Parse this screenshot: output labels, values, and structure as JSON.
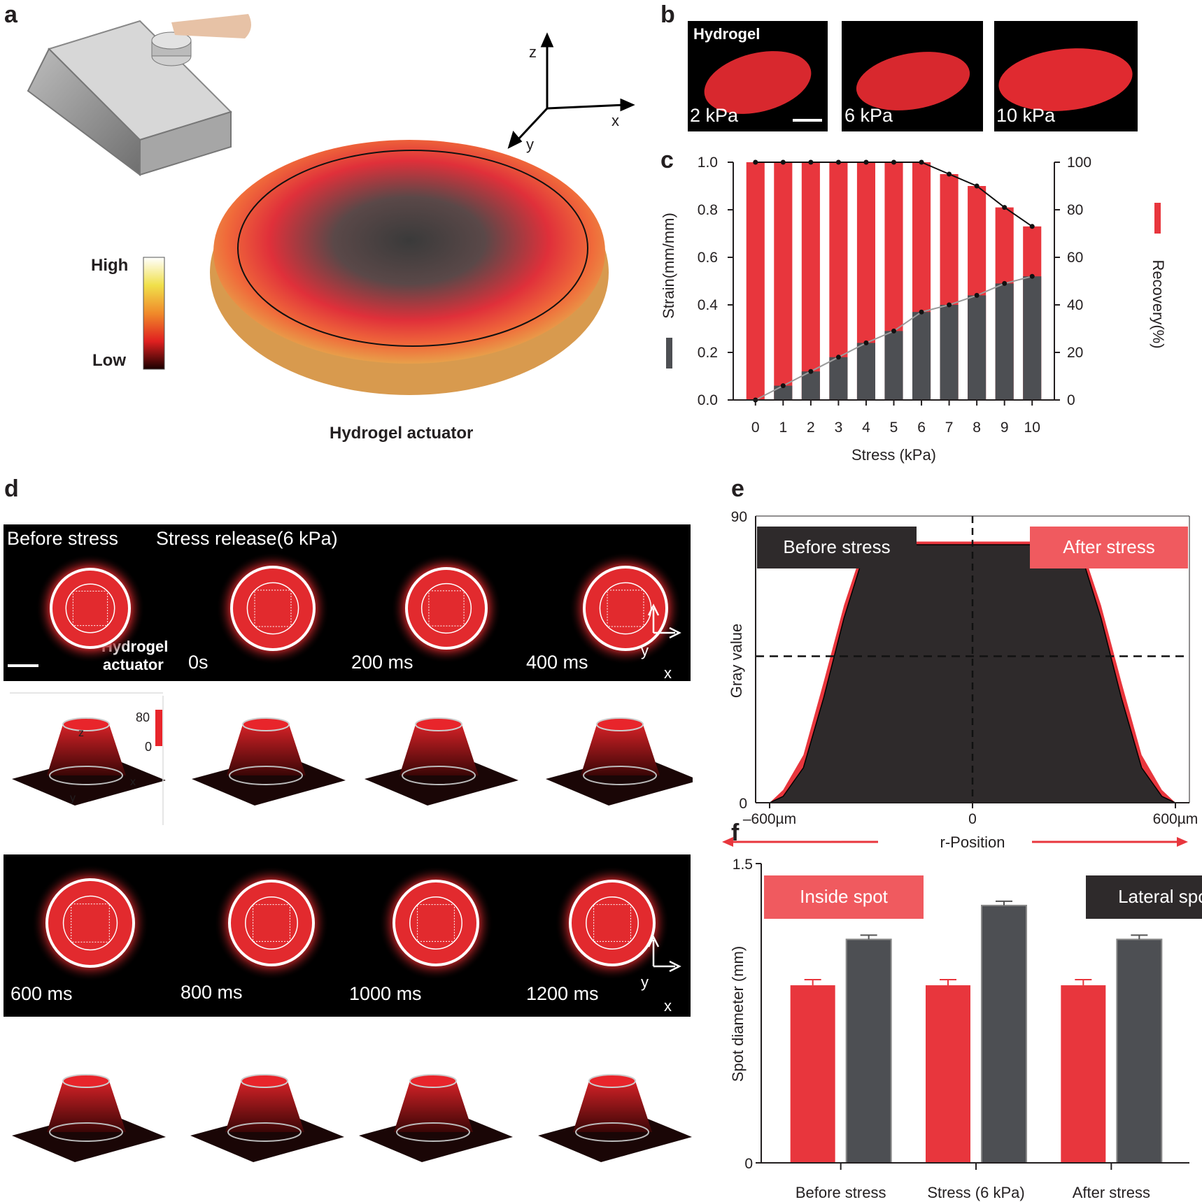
{
  "panel_labels": {
    "a": "a",
    "b": "b",
    "c": "c",
    "d": "d",
    "e": "e",
    "f": "f"
  },
  "panel_a": {
    "axis_z": "z",
    "axis_x": "x",
    "axis_y": "y",
    "colorbar_high": "High",
    "colorbar_low": "Low",
    "caption": "Hydrogel actuator"
  },
  "panel_b": {
    "title": "Hydrogel",
    "images": [
      {
        "label": "2 kPa"
      },
      {
        "label": "6 kPa"
      },
      {
        "label": "10 kPa"
      }
    ]
  },
  "panel_d": {
    "top_left_label": "Before stress",
    "top_mid_label": "Stress release(6 kPa)",
    "actuator_label_1": "Hydrogel",
    "actuator_label_2": "actuator",
    "row1_times": [
      "0s",
      "200 ms",
      "400 ms"
    ],
    "row2_times": [
      "600 ms",
      "800 ms",
      "1000 ms",
      "1200 ms"
    ],
    "axis_x": "x",
    "axis_y": "y",
    "axis_z": "z",
    "surface_colorbar_max": "80",
    "surface_colorbar_min": "0"
  },
  "colors": {
    "red": "#e8363d",
    "gray": "#4d4f53",
    "dark": "#2e2a2b",
    "light_red": "#f05a5f"
  },
  "chart_data": [
    {
      "id": "c",
      "type": "bar",
      "xlabel": "Stress (kPa)",
      "ylabel": "Strain(mm/mm)",
      "ylabel_right": "Recovery(%)",
      "categories": [
        "0",
        "1",
        "2",
        "3",
        "4",
        "5",
        "6",
        "7",
        "8",
        "9",
        "10"
      ],
      "ylim": [
        0,
        1.0
      ],
      "ylim_right": [
        0,
        100
      ],
      "yticks": [
        "0.0",
        "0.2",
        "0.4",
        "0.6",
        "0.8",
        "1.0"
      ],
      "yticks_right": [
        "0",
        "20",
        "40",
        "60",
        "80",
        "100"
      ],
      "series": [
        {
          "axis": "right",
          "kind": "bar+line",
          "values": [
            100,
            100,
            100,
            100,
            100,
            100,
            100,
            95,
            90,
            81,
            73
          ]
        },
        {
          "axis": "left",
          "kind": "bar+line",
          "values": [
            0.0,
            0.06,
            0.12,
            0.18,
            0.24,
            0.29,
            0.37,
            0.4,
            0.44,
            0.49,
            0.52
          ]
        }
      ]
    },
    {
      "id": "e",
      "type": "area",
      "xlabel": "r-Position",
      "ylabel": "Gray value",
      "xtick_labels": [
        "–600µm",
        "0",
        "600µm"
      ],
      "ytick_labels": [
        "0",
        "90"
      ],
      "xlim": [
        -600,
        600
      ],
      "ylim": [
        0,
        90
      ],
      "series": [
        {
          "name": "Before stress",
          "x": [
            -600,
            -560,
            -500,
            -440,
            -380,
            -330,
            -300,
            -250,
            0,
            250,
            300,
            330,
            380,
            440,
            500,
            560,
            600
          ],
          "values": [
            0,
            2,
            11,
            33,
            58,
            75,
            81,
            81,
            81,
            81,
            81,
            75,
            58,
            33,
            11,
            2,
            0
          ]
        },
        {
          "name": "After stress",
          "x": [
            -600,
            -560,
            -500,
            -440,
            -380,
            -330,
            -300,
            -250,
            0,
            250,
            300,
            330,
            380,
            440,
            500,
            560,
            600
          ],
          "values": [
            0,
            4,
            15,
            38,
            62,
            78,
            82,
            82,
            82,
            82,
            82,
            78,
            62,
            38,
            15,
            4,
            0
          ]
        }
      ],
      "hline": 46,
      "vline": 0
    },
    {
      "id": "f",
      "type": "bar",
      "ylabel": "Spot diameter (mm)",
      "categories": [
        "Before stress",
        "Stress (6 kPa)",
        "After stress"
      ],
      "ylim": [
        0,
        1.5
      ],
      "ytick_labels": [
        "0",
        "1.5"
      ],
      "series": [
        {
          "name": "Inside spot",
          "values": [
            0.89,
            0.89,
            0.89
          ]
        },
        {
          "name": "Lateral spot",
          "values": [
            1.12,
            1.29,
            1.12
          ]
        }
      ]
    }
  ]
}
